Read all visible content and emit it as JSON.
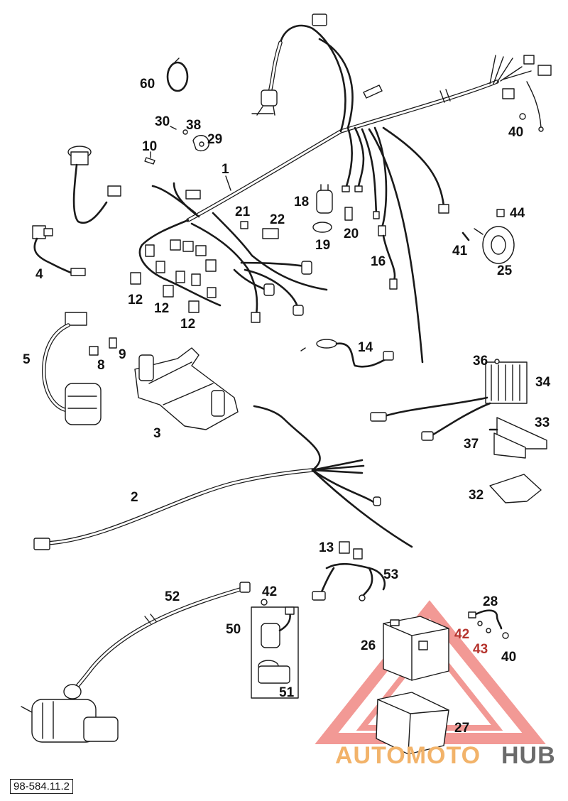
{
  "diagram": {
    "ref_code": "98-584.11.2",
    "watermark": {
      "part1": "AUTOMOTO",
      "part2": "HUB",
      "color_accent": "#e8473f",
      "color_text": "#f2b36a",
      "color_dark": "#6b6b6b"
    },
    "callouts": [
      {
        "id": "c60",
        "text": "60"
      },
      {
        "id": "c30",
        "text": "30"
      },
      {
        "id": "c38",
        "text": "38"
      },
      {
        "id": "c29",
        "text": "29"
      },
      {
        "id": "c10",
        "text": "10"
      },
      {
        "id": "c1",
        "text": "1"
      },
      {
        "id": "c40a",
        "text": "40"
      },
      {
        "id": "c18",
        "text": "18"
      },
      {
        "id": "c21",
        "text": "21"
      },
      {
        "id": "c22",
        "text": "22"
      },
      {
        "id": "c20",
        "text": "20"
      },
      {
        "id": "c19",
        "text": "19"
      },
      {
        "id": "c44",
        "text": "44"
      },
      {
        "id": "c41",
        "text": "41"
      },
      {
        "id": "c25",
        "text": "25"
      },
      {
        "id": "c16",
        "text": "16"
      },
      {
        "id": "c4",
        "text": "4"
      },
      {
        "id": "c12a",
        "text": "12"
      },
      {
        "id": "c12b",
        "text": "12"
      },
      {
        "id": "c12c",
        "text": "12"
      },
      {
        "id": "c14",
        "text": "14"
      },
      {
        "id": "c5",
        "text": "5"
      },
      {
        "id": "c9",
        "text": "9"
      },
      {
        "id": "c8",
        "text": "8"
      },
      {
        "id": "c36",
        "text": "36"
      },
      {
        "id": "c34",
        "text": "34"
      },
      {
        "id": "c3",
        "text": "3"
      },
      {
        "id": "c33",
        "text": "33"
      },
      {
        "id": "c37",
        "text": "37"
      },
      {
        "id": "c32",
        "text": "32"
      },
      {
        "id": "c2",
        "text": "2"
      },
      {
        "id": "c13",
        "text": "13"
      },
      {
        "id": "c53",
        "text": "53"
      },
      {
        "id": "c52",
        "text": "52"
      },
      {
        "id": "c42a",
        "text": "42"
      },
      {
        "id": "c28",
        "text": "28"
      },
      {
        "id": "c50",
        "text": "50"
      },
      {
        "id": "c42b",
        "text": "42"
      },
      {
        "id": "c26",
        "text": "26"
      },
      {
        "id": "c43",
        "text": "43"
      },
      {
        "id": "c40b",
        "text": "40"
      },
      {
        "id": "c51",
        "text": "51"
      },
      {
        "id": "c27",
        "text": "27"
      }
    ]
  }
}
